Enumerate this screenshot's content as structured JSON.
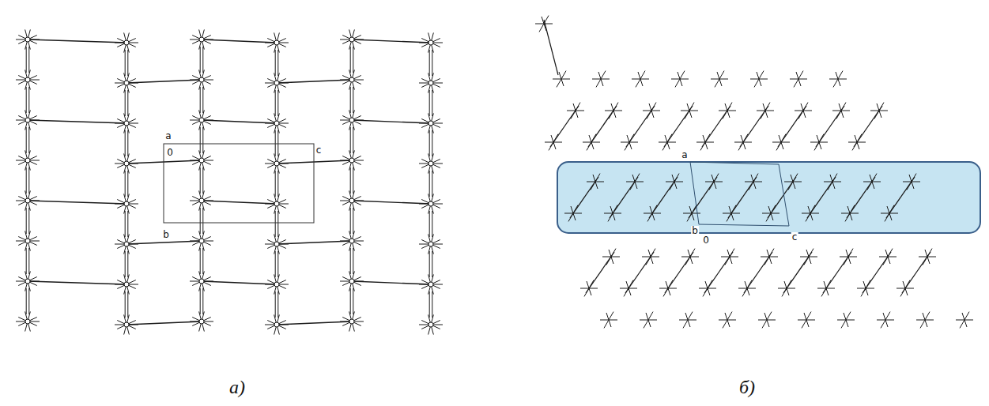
{
  "diagram": {
    "labels": [
      "a",
      "0",
      "c",
      "b",
      "a",
      "b",
      "0",
      "c",
      "а)",
      "б)"
    ]
  }
}
